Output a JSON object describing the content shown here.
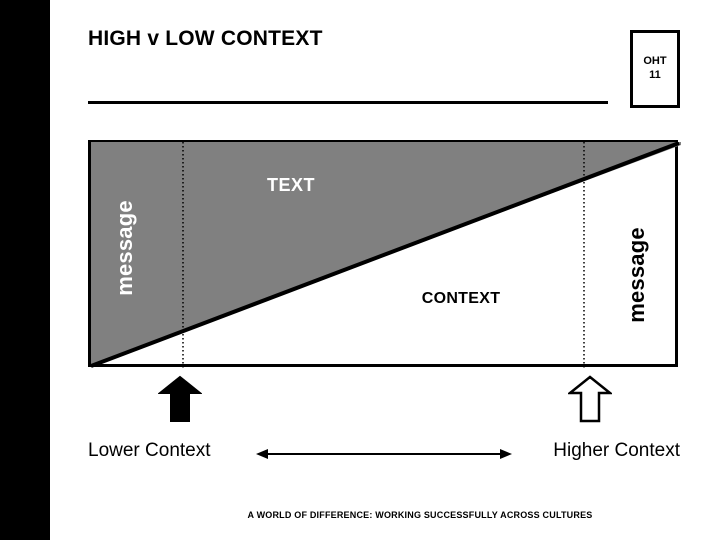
{
  "slide": {
    "title": "HIGH v LOW CONTEXT",
    "footer": "A WORLD OF DIFFERENCE: WORKING SUCCESSFULLY ACROSS CULTURES",
    "oht": {
      "line1": "OHT",
      "line2": "11"
    }
  },
  "diagram": {
    "text_label": "TEXT",
    "context_label": "CONTEXT",
    "message_left_label": "message",
    "message_right_label": "message",
    "axis_left_label": "Lower Context",
    "axis_right_label": "Higher Context"
  },
  "colors": {
    "fill_gray": "#808080",
    "outline": "#000000",
    "background": "#ffffff",
    "sidebar": "#000000",
    "text_on_gray": "#ffffff"
  }
}
